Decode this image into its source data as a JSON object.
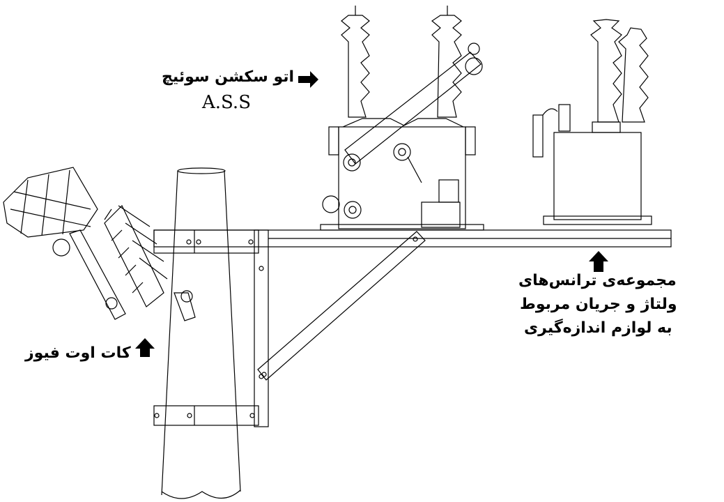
{
  "labels": {
    "ass_fa": "اتو سکشن سوئیچ",
    "ass_en": "A.S.S",
    "cutout": "کات اوت فیوز",
    "tr_line1": "مجموعه‌ی ترانس‌های",
    "tr_line2": "ولتاژ و جریان مربوط",
    "tr_line3": "به لوازم اندازه‌گیری"
  },
  "colors": {
    "line": "#000000",
    "background": "#ffffff"
  },
  "icons": {
    "ass_arrow": "arrow-right-icon",
    "cutout_arrow": "arrow-up-icon",
    "transformer_arrow": "arrow-up-icon"
  }
}
